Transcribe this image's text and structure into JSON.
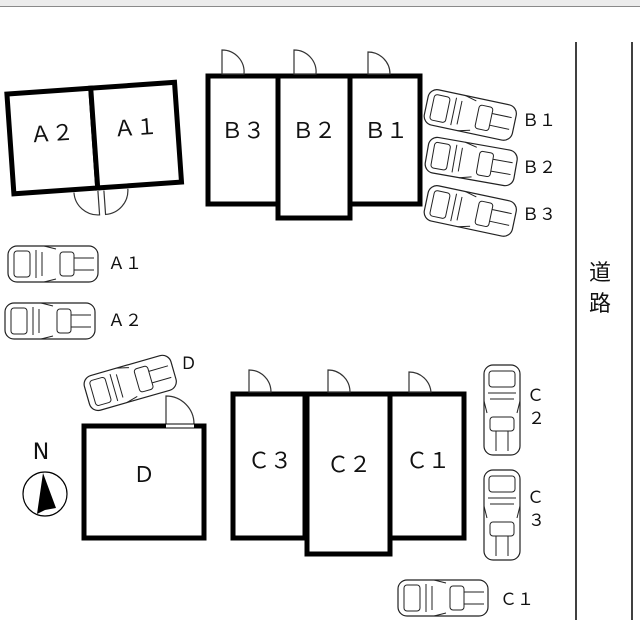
{
  "units": {
    "A1": "Ａ１",
    "A2": "Ａ２",
    "B1": "Ｂ１",
    "B2": "Ｂ２",
    "B3": "Ｂ３",
    "C1": "Ｃ１",
    "C2": "Ｃ２",
    "C3": "Ｃ３",
    "D": "Ｄ"
  },
  "parking": {
    "A1": "Ａ１",
    "A2": "Ａ２",
    "B1": "Ｂ１",
    "B2": "Ｂ２",
    "B3": "Ｂ３",
    "C1": "Ｃ１",
    "C2_a": "Ｃ",
    "C2_b": "２",
    "C3_a": "Ｃ",
    "C3_b": "３",
    "D": "Ｄ"
  },
  "road": {
    "char1": "道",
    "char2": "路"
  },
  "compass": {
    "north": "N"
  }
}
